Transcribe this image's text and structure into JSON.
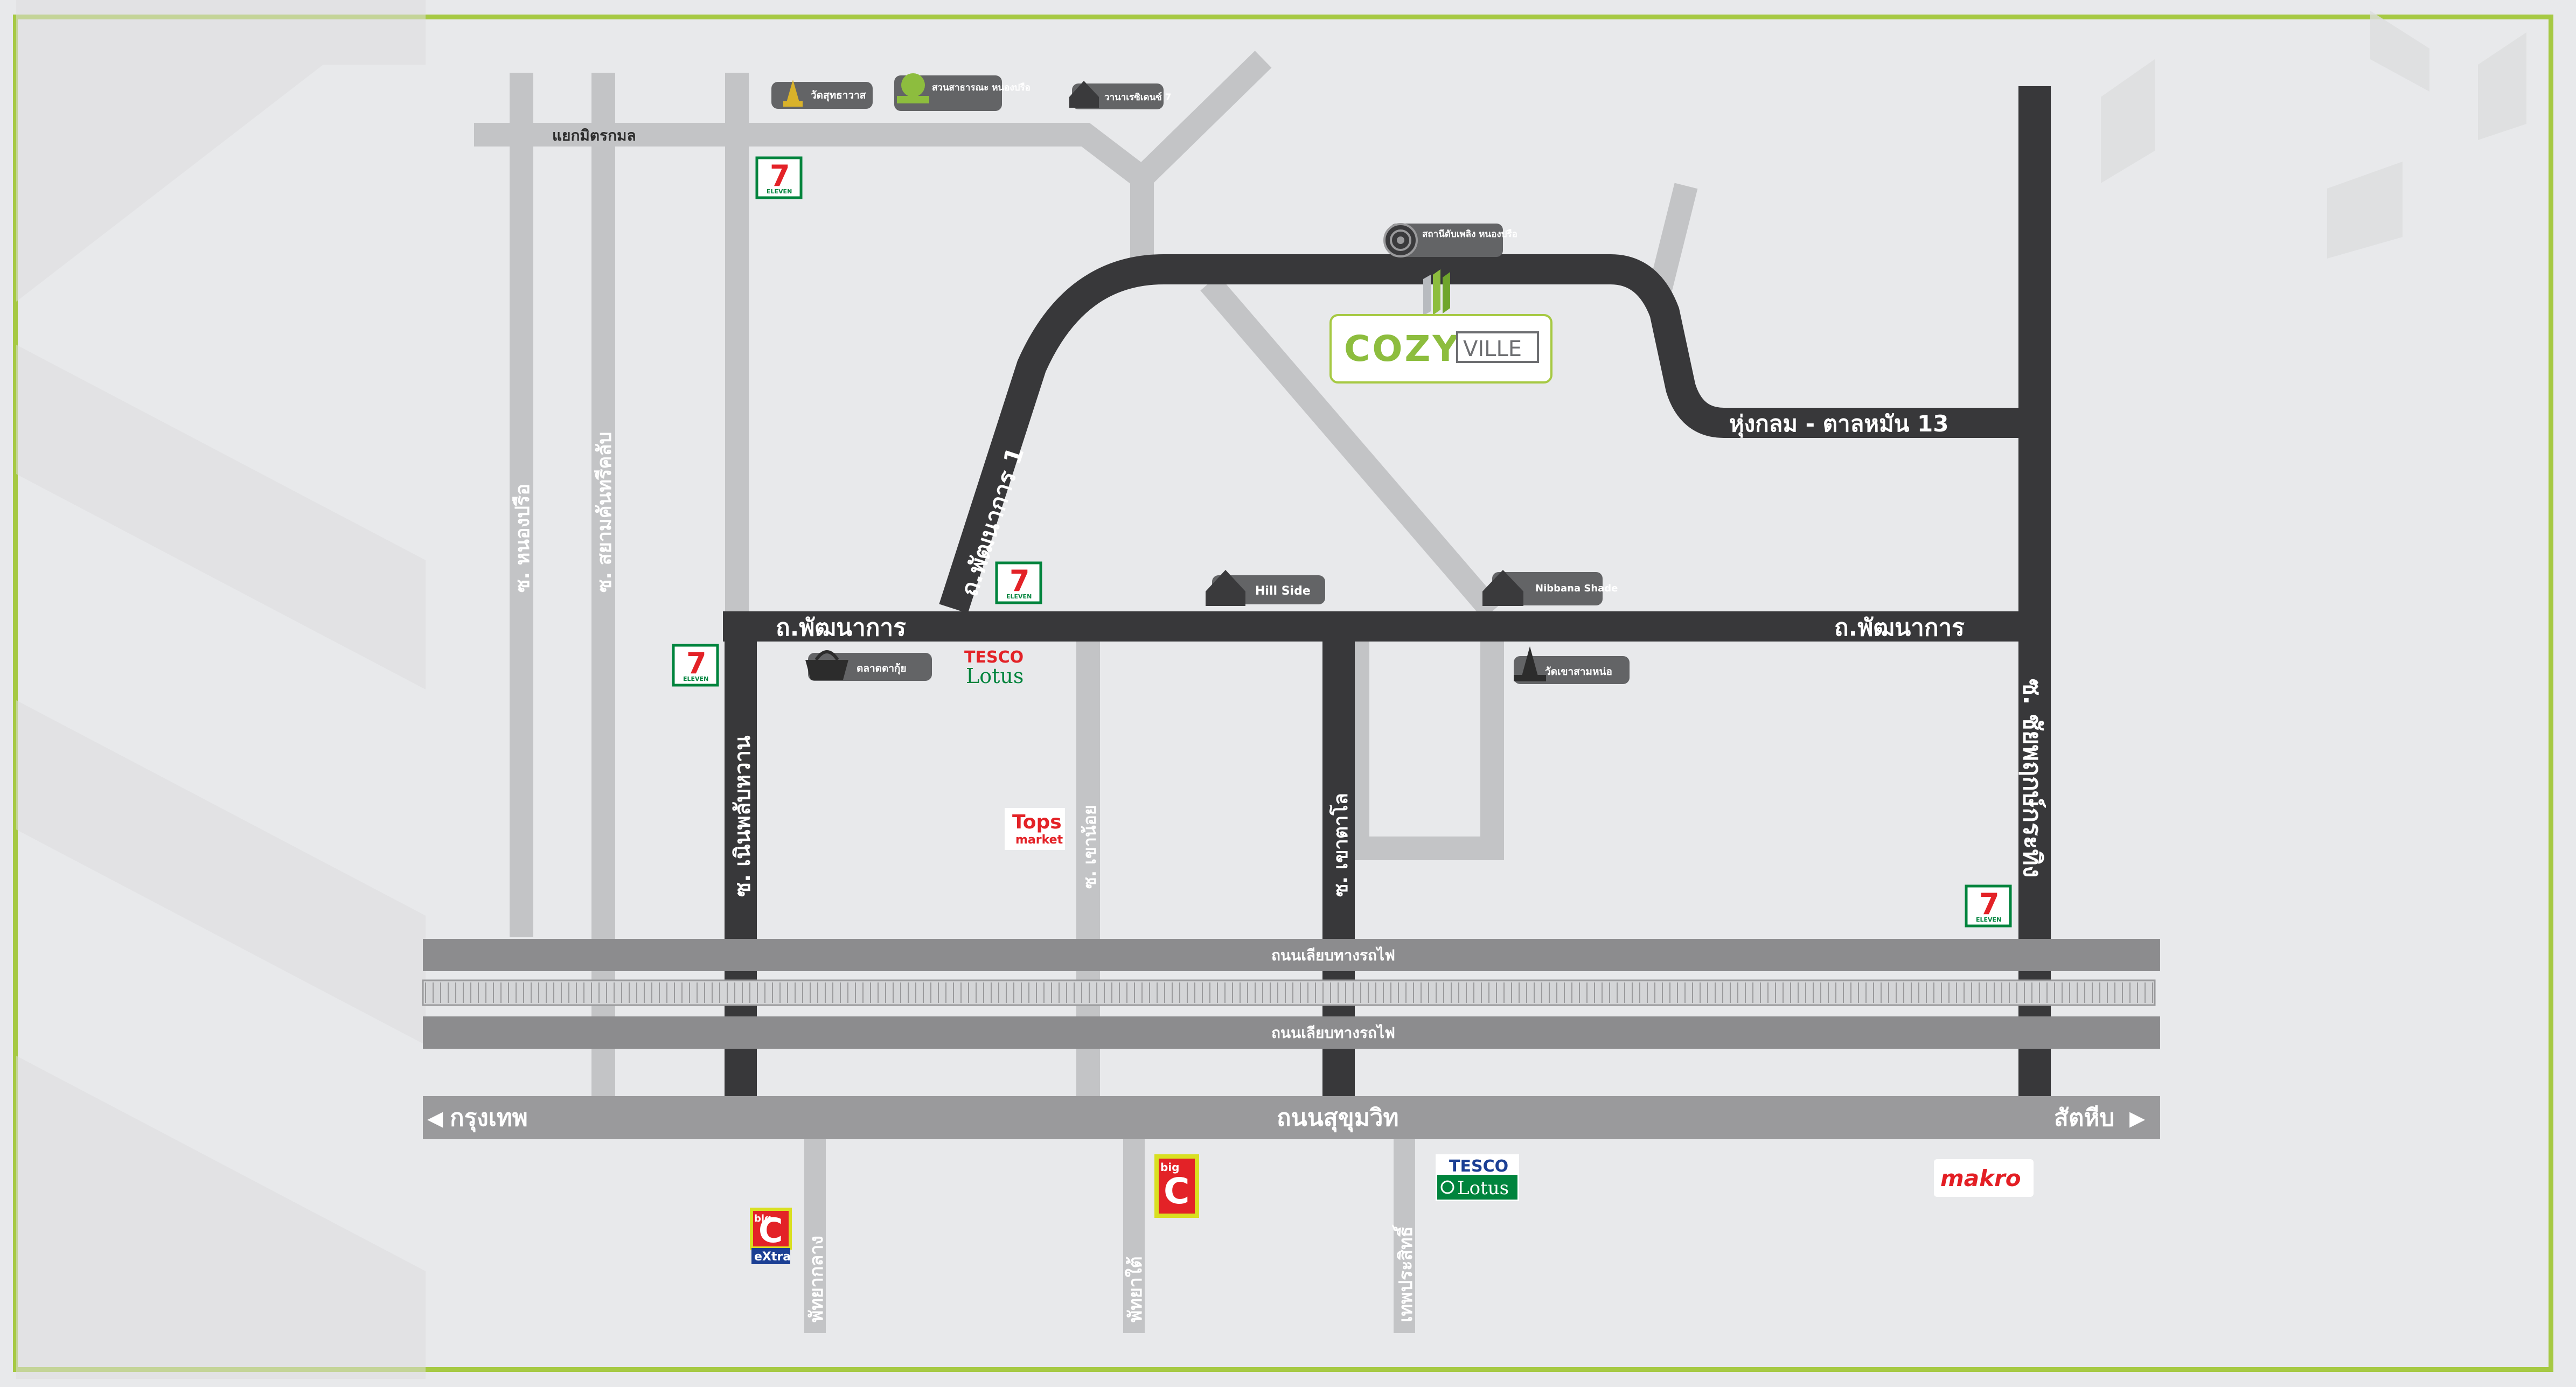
{
  "colors": {
    "background": "#e8e9eb",
    "frame": "#a6c943",
    "main_road": "#38383a",
    "minor_road": "#c3c4c6",
    "rail_road": "#8c8c8e",
    "highway": "#9a9a9c",
    "brand_green": "#8dbd3e",
    "seven_eleven_red": "#e32227",
    "seven_eleven_green": "#00843d",
    "makro_red": "#e31e24"
  },
  "project": {
    "name_cozy": "COZY",
    "name_ville": "VILLE"
  },
  "roads": {
    "yaek_mitsamphan": "แยกมิตรกมล",
    "soi_nongprue": "ซ. หนองปรือ",
    "soi_siam_country": "ซ. สยามคันทรีคลับ",
    "pattanakarn_1": "ถ.พัฒนาการ 1",
    "pattanakarn_left": "ถ.พัฒนาการ",
    "pattanakarn_right": "ถ.พัฒนาการ",
    "hunklom": "หุ่งกลม - ตาลหมัน 13",
    "soi_noenplubwan": "ซ. เนินพลับหวาน",
    "soi_khaonoi": "ซ. เขาน้อย",
    "soi_khaotalo": "ซ. เขาตาโล",
    "soi_chaiyapruek": "ซ. ชัยพฤกษ์กระทิง",
    "rail_frontage_top": "ถนนเลียบทางรถไฟ",
    "rail_frontage_bottom": "ถนนเลียบทางรถไฟ",
    "sukhumvit": "ถนนสุขุมวิท",
    "to_bangkok": "กรุงเทพ",
    "to_sattahip": "สัตหีบ",
    "pattaya_klang": "พัทยากลาง",
    "pattaya_tai": "พัทยาใต้",
    "thepprasit": "เทพประสิทธิ์"
  },
  "pois": {
    "temple_top": "วัดสุทธาวาส",
    "park_top": "สวนสาธารณะ หนองปรือ",
    "house_top": "วานาเรซิเดนซ์ 7",
    "stadium": "สถานีดับเพลิง หนองปรือ",
    "hill_side": "Hill Side",
    "nibbana_shade": "Nibbana Shade",
    "market": "ตลาดตากุ้ย",
    "temple_mid": "วัดเขาสามหน่อ"
  },
  "brands": {
    "seven_eleven": "7",
    "eleven_text": "ELEVEN",
    "tesco": "TESCO",
    "lotus": "Lotus",
    "tops_1": "Tops",
    "tops_2": "market",
    "bigc_big": "big",
    "bigc_c": "C",
    "bigc_extra": "eXtra",
    "makro": "makro"
  },
  "compass": {
    "left_arrow": "◀",
    "right_arrow": "▶"
  }
}
